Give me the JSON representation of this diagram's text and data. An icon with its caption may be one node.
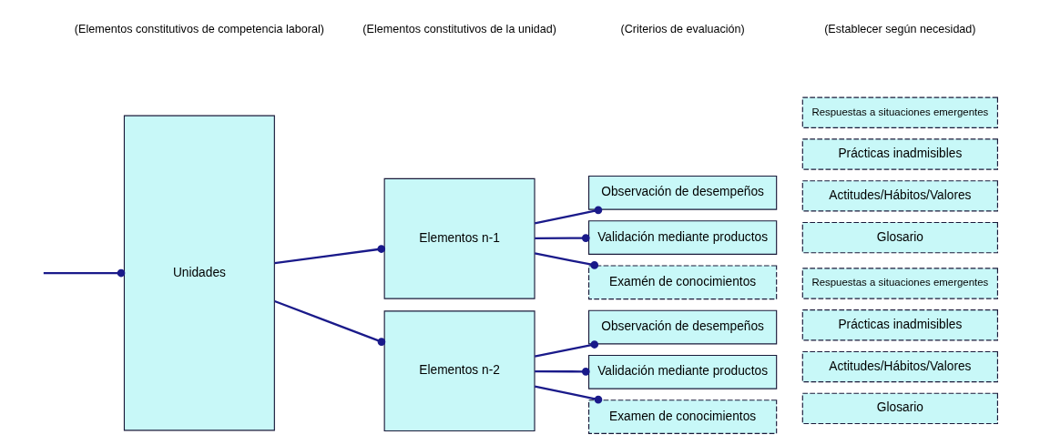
{
  "diagram": {
    "nodes": [
      {
        "text": [
          "Unidades"
        ]
      },
      {
        "text": [
          "Elementos n-1"
        ]
      },
      {
        "text": [
          "Elementos n-2"
        ]
      },
      {
        "text": [
          "Observación de desempeños"
        ]
      },
      {
        "text": [
          "Validación mediante productos"
        ]
      },
      {
        "text": [
          "Examén de conocimientos"
        ]
      },
      {
        "text": [
          "Observación de desempeños"
        ]
      },
      {
        "text": [
          "Validación mediante productos"
        ]
      },
      {
        "text": [
          "Examen de conocimientos"
        ]
      },
      {
        "text": [
          "Respuestas a situaciones emergentes"
        ]
      },
      {
        "text": [
          "Prácticas inadmisibles"
        ]
      },
      {
        "text": [
          "Actitudes/Hábitos/Valores"
        ]
      },
      {
        "text": [
          "Glosario"
        ]
      },
      {
        "text": [
          "Respuestas a situaciones emergentes"
        ]
      },
      {
        "text": [
          "Prácticas inadmisibles"
        ]
      },
      {
        "text": [
          "Actitudes/Hábitos/Valores"
        ]
      },
      {
        "text": [
          "Glosario"
        ]
      }
    ],
    "edges": [
      {
        "from": null,
        "to": 0,
        "arrow": "other"
      },
      {
        "from": 0,
        "to": 1,
        "arrow": "other"
      },
      {
        "from": 0,
        "to": 2,
        "arrow": "other"
      },
      {
        "from": 1,
        "to": 3,
        "arrow": "other"
      },
      {
        "from": 1,
        "to": 4,
        "arrow": "other"
      },
      {
        "from": 1,
        "to": 5,
        "arrow": "other"
      },
      {
        "from": 2,
        "to": 6,
        "arrow": "other"
      },
      {
        "from": 2,
        "to": 7,
        "arrow": "other"
      },
      {
        "from": 2,
        "to": 8,
        "arrow": "other"
      }
    ],
    "labels": [
      "(Elementos constitutivos de competencia laboral)",
      "(Elementos constitutivos de la unidad)",
      "(Criterios de evaluación)",
      "(Establecer según necesidad)"
    ]
  }
}
